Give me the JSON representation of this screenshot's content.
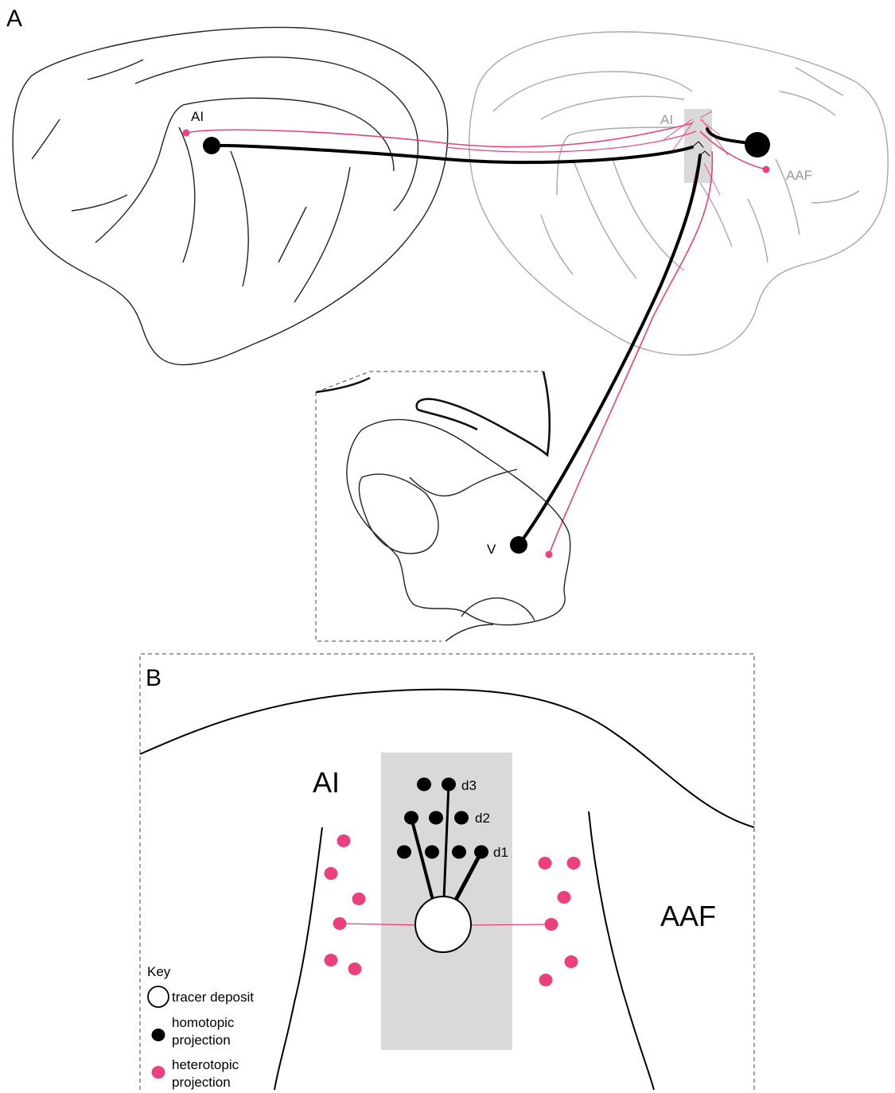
{
  "panels": {
    "a": {
      "letter": "A",
      "left_hemisphere": {
        "label_ai": "AI"
      },
      "right_hemisphere": {
        "label_ai": "AI",
        "label_aaf": "AAF"
      },
      "section_inset": {
        "label_v": "V"
      }
    },
    "b": {
      "letter": "B",
      "label_ai": "AI",
      "label_aaf": "AAF",
      "depth_labels": [
        "d3",
        "d2",
        "d1"
      ],
      "key": {
        "title": "Key",
        "items": [
          {
            "symbol": "open-circle",
            "lines": [
              "tracer deposit"
            ]
          },
          {
            "symbol": "black-dot",
            "lines": [
              "homotopic",
              "projection"
            ]
          },
          {
            "symbol": "pink-dot",
            "lines": [
              "heterotopic",
              "projection"
            ]
          }
        ]
      }
    }
  },
  "colors": {
    "homotopic": "#000000",
    "heterotopic": "#ec3f7d",
    "highlight_band": "#d9d9d9",
    "right_hemisphere_outline": "#a8a8a8",
    "label_grey": "#9a9a9a"
  }
}
